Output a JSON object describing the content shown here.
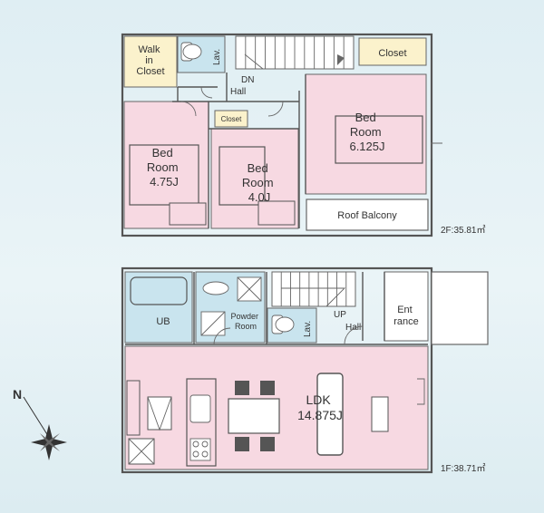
{
  "floor2": {
    "area": "2F:35.81㎡",
    "walk_in_closet": "Walk\nin\nCloset",
    "lav": "Lav.",
    "dn": "DN",
    "hall": "Hall",
    "closet_main": "Closet",
    "closet_small": "Closet",
    "bed_a": {
      "name": "Bed\nRoom",
      "size": "4.75J"
    },
    "bed_b": {
      "name": "Bed\nRoom",
      "size": "4.0J"
    },
    "bed_c": {
      "name": "Bed\nRoom",
      "size": "6.125J"
    },
    "roof_balcony": "Roof Balcony"
  },
  "floor1": {
    "area": "1F:38.71㎡",
    "ub": "UB",
    "powder_room": "Powder\nRoom",
    "lav": "Lav.",
    "up": "UP",
    "hall": "Hall",
    "entrance": "Ent\nrance",
    "ldk": {
      "name": "LDK",
      "size": "14.875J"
    }
  },
  "compass": {
    "label": "N"
  },
  "colors": {
    "bedroom": "#f7d9e2",
    "wet": "#c9e4ee",
    "closet": "#fbf2cc",
    "wall": "#555555"
  }
}
